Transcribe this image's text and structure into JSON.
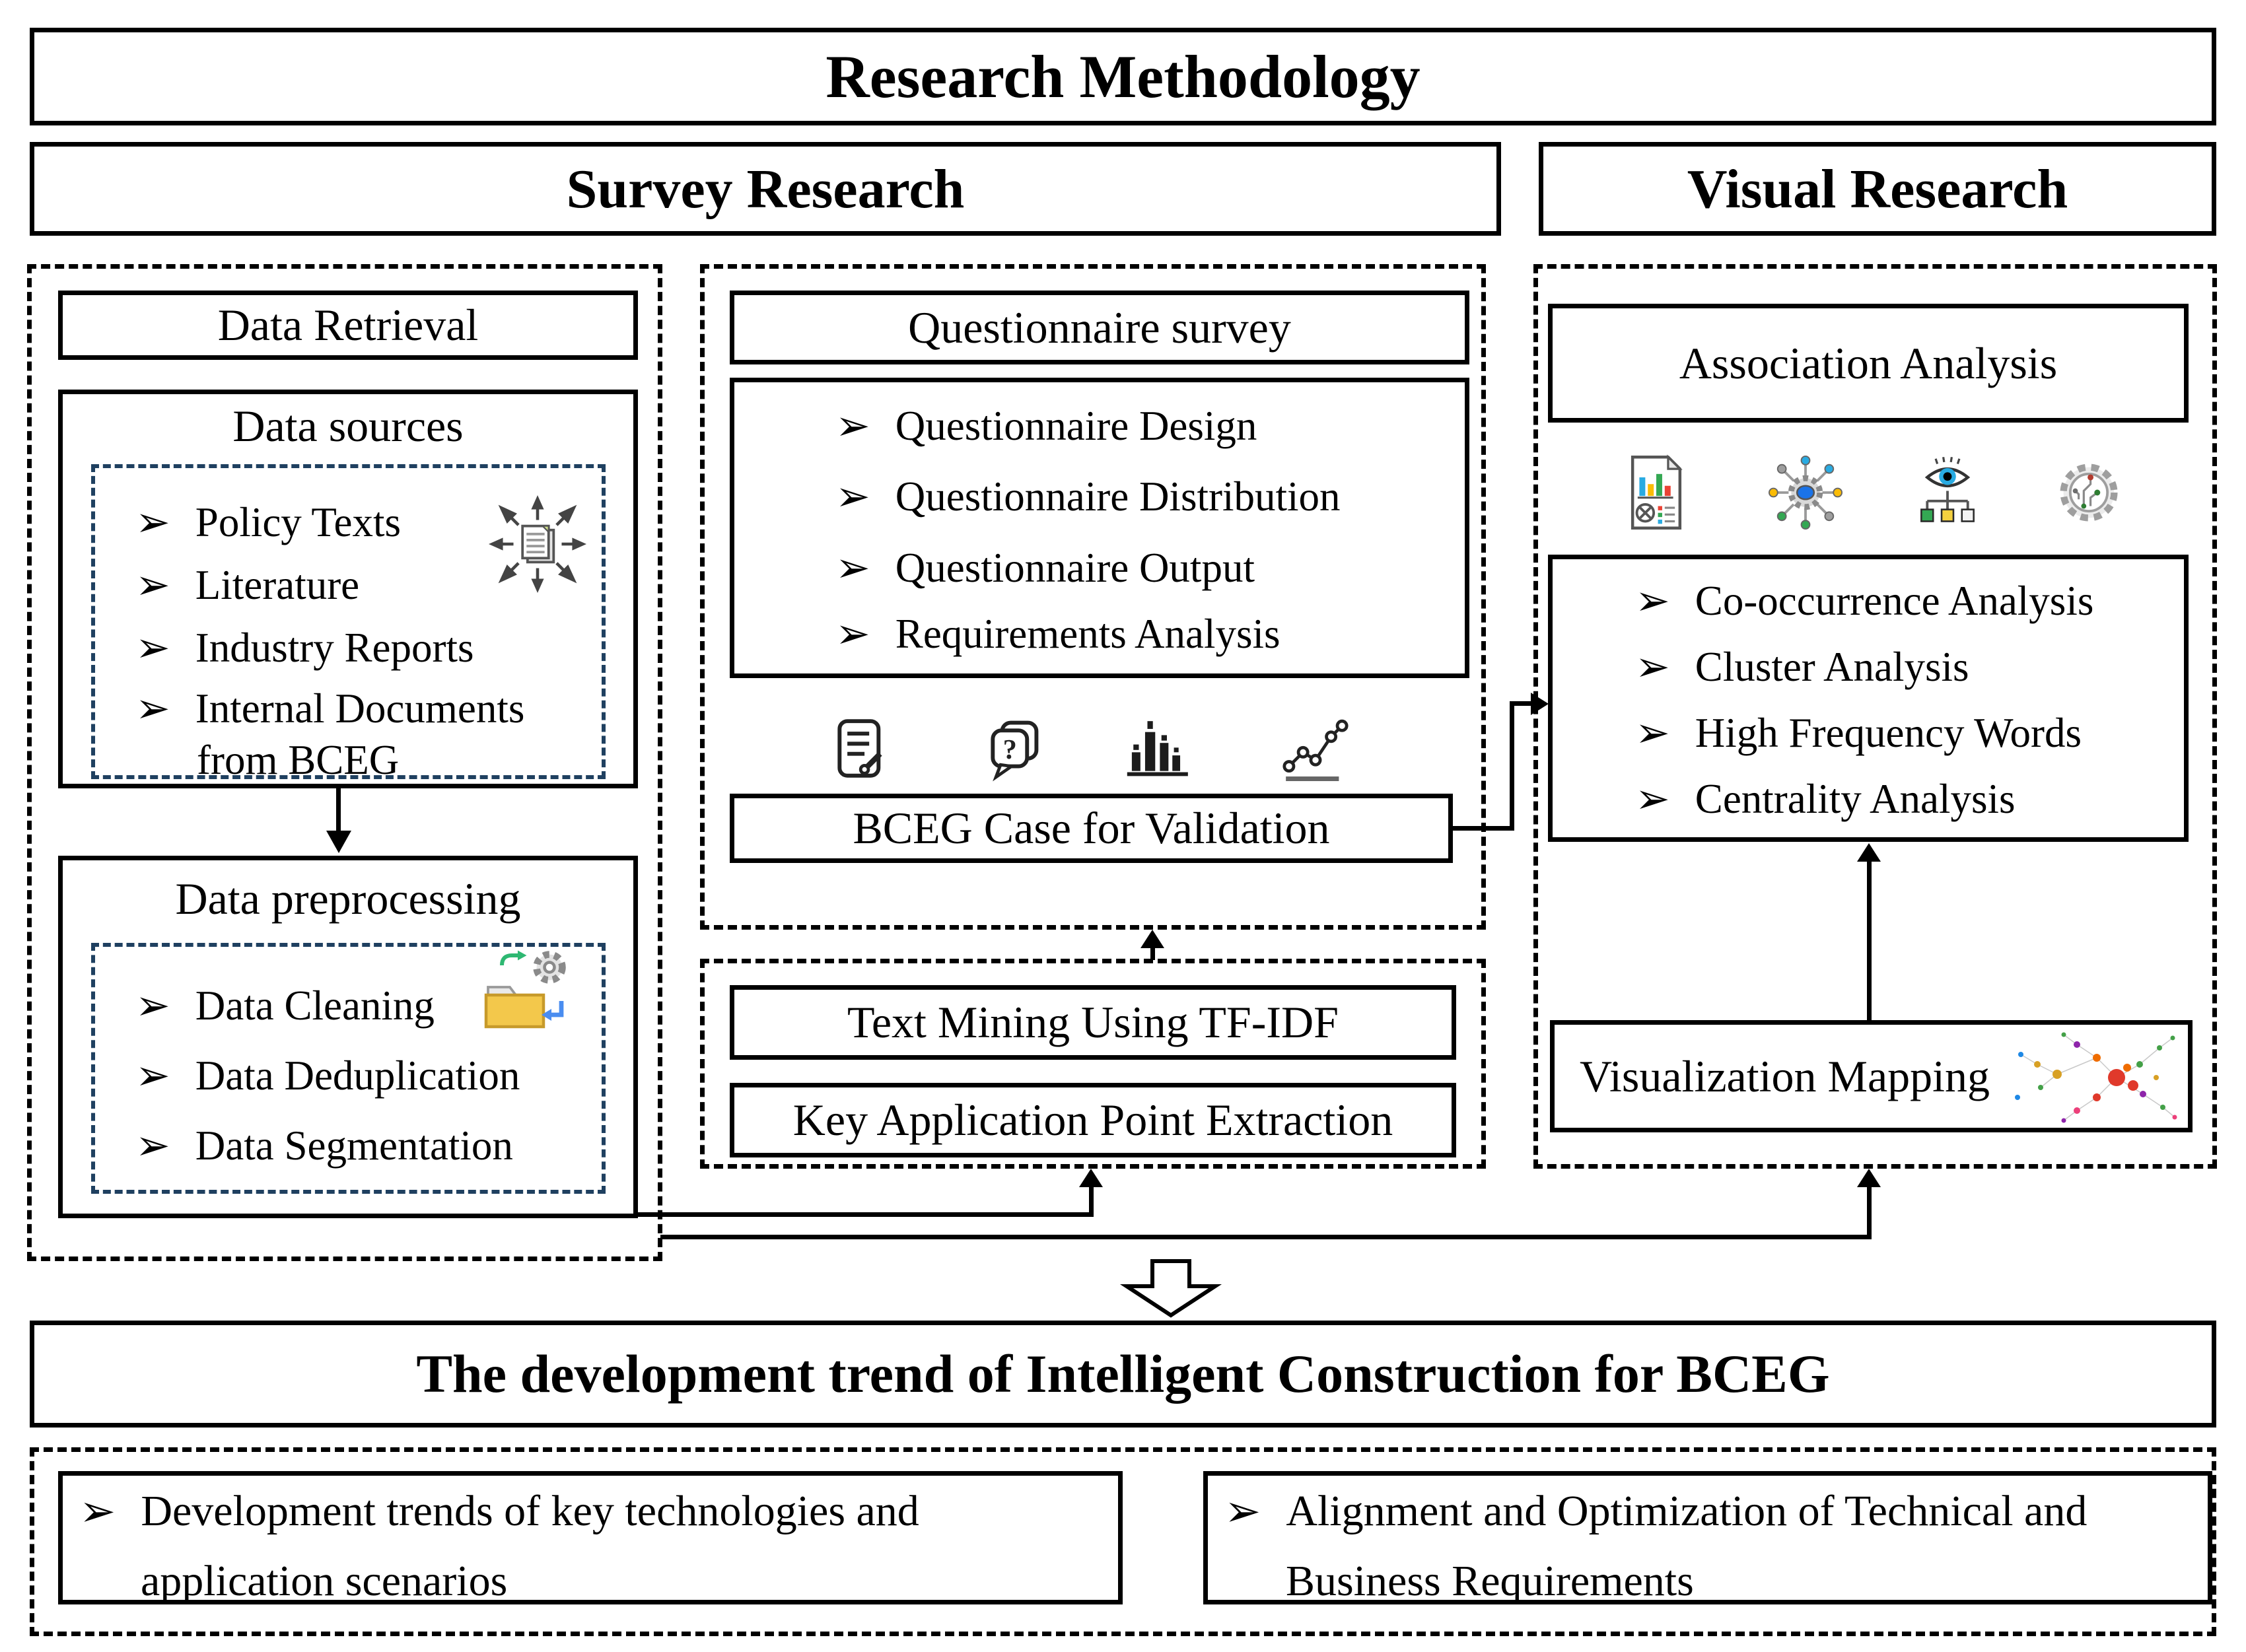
{
  "title": "Research Methodology",
  "marker": "➢",
  "colors": {
    "ink": "#000000",
    "navy_dash": "#1f4060",
    "folder_yellow": "#f3c84b",
    "accent_blue": "#1a73e8",
    "accent_green": "#34a853",
    "accent_red": "#ea4335",
    "accent_yellow": "#fbbc05",
    "accent_cyan": "#29abe2"
  },
  "survey": {
    "header": "Survey Research",
    "retrieval_title": "Data Retrieval",
    "sources": {
      "title": "Data sources",
      "lines": [
        "Policy Texts",
        "Literature",
        "Industry Reports",
        "Internal Documents",
        "from BCEG"
      ]
    },
    "preprocessing": {
      "title": "Data preprocessing",
      "items": [
        "Data Cleaning",
        "Data Deduplication",
        "Data Segmentation"
      ]
    },
    "questionnaire": {
      "title": "Questionnaire survey",
      "items": [
        "Questionnaire Design",
        "Questionnaire Distribution",
        "Questionnaire Output",
        "Requirements Analysis"
      ]
    },
    "bceg_case": "BCEG Case for Validation",
    "text_mining": "Text Mining Using TF-IDF",
    "key_extraction": "Key Application Point Extraction"
  },
  "visual": {
    "header": "Visual Research",
    "association": "Association Analysis",
    "analysis_items": [
      "Co-occurrence Analysis",
      "Cluster Analysis",
      "High Frequency Words",
      "Centrality Analysis"
    ],
    "mapping": "Visualization Mapping"
  },
  "bottom": {
    "banner": "The development trend of Intelligent Construction for BCEG",
    "left_item": {
      "line1": "Development trends of key technologies and",
      "line2": "application scenarios"
    },
    "right_item": {
      "line1": "Alignment and Optimization of Technical and",
      "line2": "Business Requirements"
    }
  },
  "icons": {
    "sources": "document-distribution-icon",
    "preprocessing": "folder-gear-icon",
    "survey_row": [
      "note-edit-icon",
      "question-chat-icon",
      "bar-chart-icon",
      "scatter-line-icon"
    ],
    "visual_row": [
      "report-chart-icon",
      "network-gear-icon",
      "eye-hierarchy-icon",
      "gear-circuit-icon"
    ],
    "mapping": "network-graph-icon"
  }
}
